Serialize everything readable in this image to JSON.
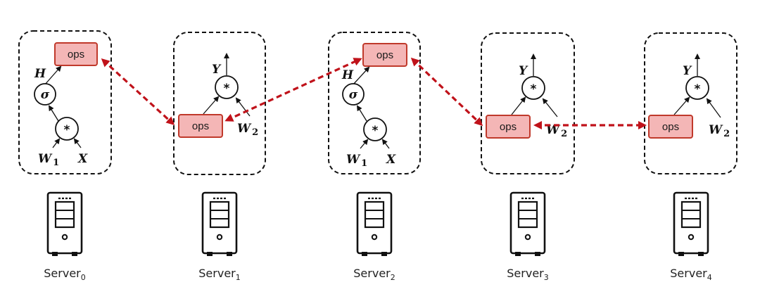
{
  "servers": [
    {
      "name": "Server",
      "sub": "0",
      "ops": "ops",
      "out_var": "H",
      "sigma": "σ",
      "op": "*",
      "in_a": "W",
      "in_a_sub": "1",
      "in_b": "X"
    },
    {
      "name": "Server",
      "sub": "1",
      "ops": "ops",
      "out_var": "Y",
      "op": "*",
      "in_b": "W",
      "in_b_sub": "2"
    },
    {
      "name": "Server",
      "sub": "2",
      "ops": "ops",
      "out_var": "H",
      "sigma": "σ",
      "op": "*",
      "in_a": "W",
      "in_a_sub": "1",
      "in_b": "X"
    },
    {
      "name": "Server",
      "sub": "3",
      "ops": "ops",
      "out_var": "Y",
      "op": "*",
      "in_b": "W",
      "in_b_sub": "2"
    },
    {
      "name": "Server",
      "sub": "4",
      "ops": "ops",
      "out_var": "Y",
      "op": "*",
      "in_b": "W",
      "in_b_sub": "2"
    }
  ],
  "colors": {
    "ops_fill": "#f4b6b6",
    "ops_stroke": "#c0392b",
    "link": "#c0121a",
    "box_stroke": "#111111"
  },
  "icons": [
    "server-icon"
  ]
}
